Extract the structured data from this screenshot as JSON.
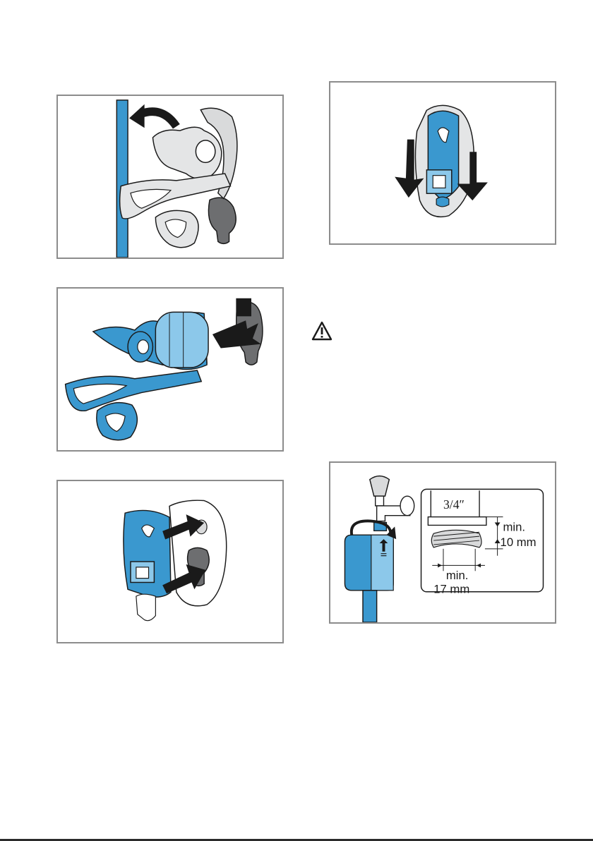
{
  "figures": {
    "fig1": {
      "icons": [
        "rotate-arrow-icon"
      ]
    },
    "fig2": {
      "icons": [
        "insert-arrow-icon"
      ]
    },
    "fig3": {
      "icons": [
        "push-arrow-icon",
        "push-arrow-icon"
      ]
    },
    "fig4": {
      "icons": [
        "down-arrow-icon",
        "down-arrow-icon"
      ]
    },
    "fig5": {
      "thread_size": "3/4″",
      "dim_height_label": "min.",
      "dim_height_value": "10 mm",
      "dim_width_label": "min.",
      "dim_width_value": "17 mm"
    }
  },
  "warning": {
    "icon": "warning-triangle-icon"
  },
  "colors": {
    "accent_blue": "#3a98cf",
    "light_blue": "#8cc8ea",
    "grey_part": "#d9dadb",
    "dark_grey": "#6d6e70",
    "frame_border": "#8c8c8c",
    "arrow": "#1a1a1a"
  }
}
